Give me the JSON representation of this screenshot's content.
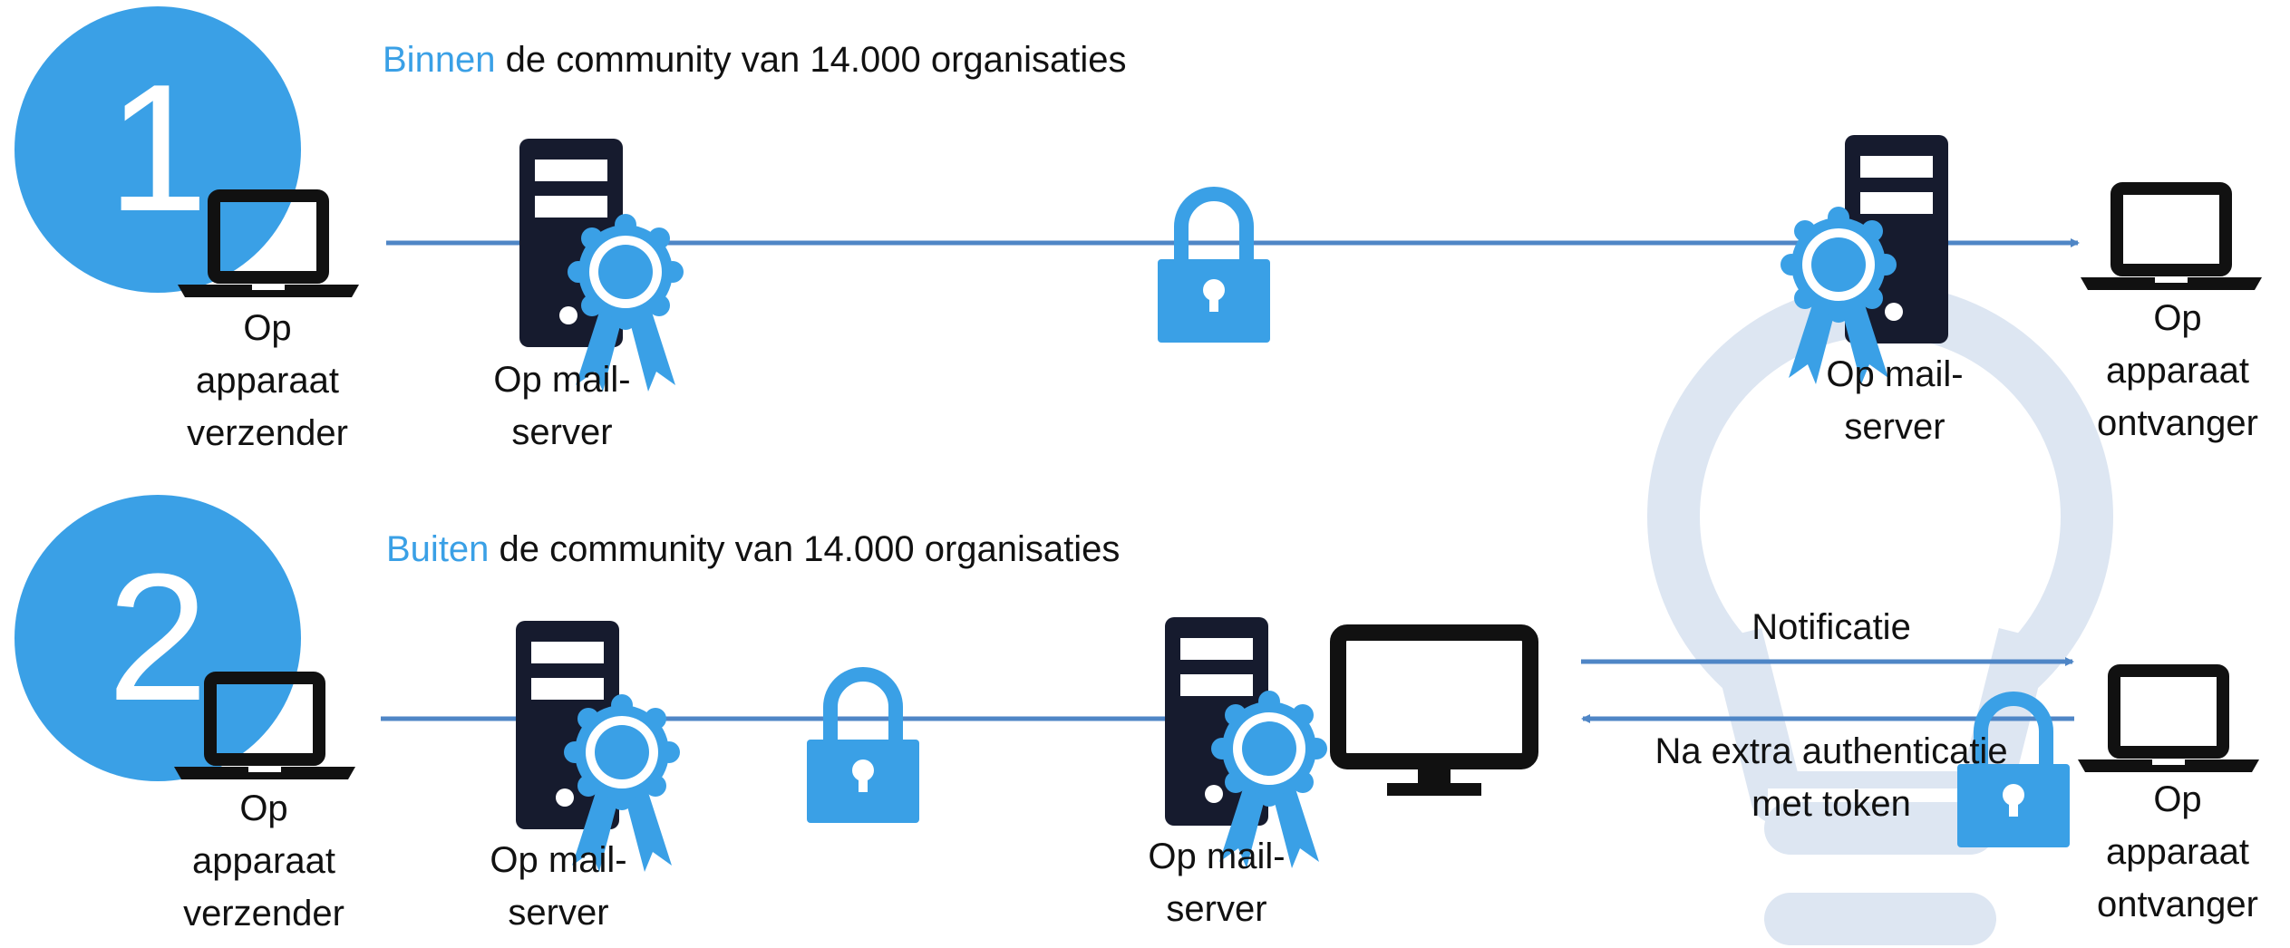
{
  "colors": {
    "accent": "#3aa0e6",
    "line": "#4f86c6",
    "dark": "#161b2e",
    "bulb": "#dde6f2"
  },
  "scenario1": {
    "number": "1",
    "heading_highlight": "Binnen",
    "heading_rest": " de community van 14.000 organisaties",
    "sender_label": "Op\napparaat\nverzender",
    "server_label_a": "Op mail-\nserver",
    "server_label_b": "Op mail-\nserver",
    "receiver_label": "Op\napparaat\nontvanger"
  },
  "scenario2": {
    "number": "2",
    "heading_highlight": "Buiten",
    "heading_rest": " de community van 14.000 organisaties",
    "sender_label": "Op\napparaat\nverzender",
    "server_label_a": "Op mail-\nserver",
    "server_label_b": "Op mail-\nserver",
    "notification_label": "Notificatie",
    "auth_label": "Na extra authenticatie\nmet token",
    "receiver_label": "Op\napparaat\nontvanger"
  },
  "icons": [
    "laptop-icon",
    "server-icon",
    "award-ribbon-icon",
    "padlock-icon",
    "monitor-icon",
    "lightbulb-icon"
  ]
}
